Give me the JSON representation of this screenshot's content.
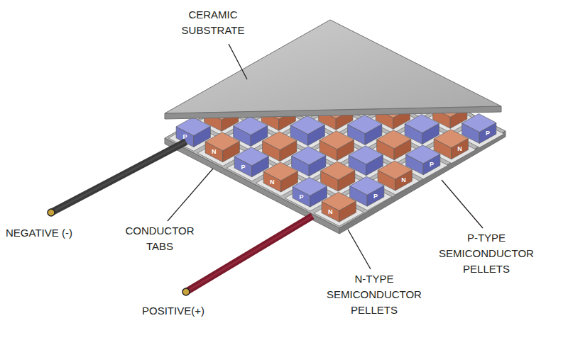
{
  "diagram": {
    "labels": [
      "CERAMIC SUBSTRATE",
      "NEGATIVE (-)",
      "CONDUCTOR TABS",
      "POSITIVE(+)",
      "N-TYPE SEMICONDUCTOR PELLETS",
      "P-TYPE SEMICONDUCTOR PELLETS",
      "P",
      "N",
      "P",
      "N",
      "P",
      "N",
      "P",
      "N",
      "P",
      "N",
      "P"
    ]
  }
}
